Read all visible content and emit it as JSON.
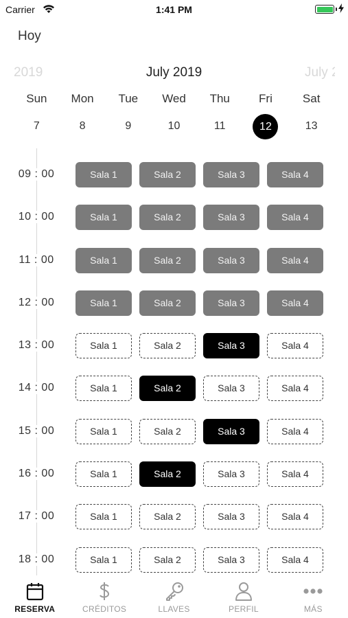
{
  "status_bar": {
    "carrier": "Carrier",
    "time": "1:41 PM",
    "battery_level": 1.0
  },
  "header": {
    "today_label": "Hoy"
  },
  "calendar": {
    "prev_label": "2019",
    "month_label": "July 2019",
    "next_label": "July 2",
    "weekdays": [
      "Sun",
      "Mon",
      "Tue",
      "Wed",
      "Thu",
      "Fri",
      "Sat"
    ],
    "days": [
      "7",
      "8",
      "9",
      "10",
      "11",
      "12",
      "13"
    ],
    "selected_day": "12"
  },
  "rooms": [
    "Sala 1",
    "Sala 2",
    "Sala 3",
    "Sala 4"
  ],
  "slots": [
    {
      "time": "09 : 00",
      "states": [
        "unavailable",
        "unavailable",
        "unavailable",
        "unavailable"
      ]
    },
    {
      "time": "10 : 00",
      "states": [
        "unavailable",
        "unavailable",
        "unavailable",
        "unavailable"
      ]
    },
    {
      "time": "11 : 00",
      "states": [
        "unavailable",
        "unavailable",
        "unavailable",
        "unavailable"
      ]
    },
    {
      "time": "12 : 00",
      "states": [
        "unavailable",
        "unavailable",
        "unavailable",
        "unavailable"
      ]
    },
    {
      "time": "13 : 00",
      "states": [
        "available",
        "available",
        "booked",
        "available"
      ]
    },
    {
      "time": "14 : 00",
      "states": [
        "available",
        "booked",
        "available",
        "available"
      ]
    },
    {
      "time": "15 : 00",
      "states": [
        "available",
        "available",
        "booked",
        "available"
      ]
    },
    {
      "time": "16 : 00",
      "states": [
        "available",
        "booked",
        "available",
        "available"
      ]
    },
    {
      "time": "17 : 00",
      "states": [
        "available",
        "available",
        "available",
        "available"
      ]
    },
    {
      "time": "18 : 00",
      "states": [
        "available",
        "available",
        "available",
        "available"
      ]
    }
  ],
  "tabs": [
    {
      "label": "RESERVA",
      "icon": "calendar-icon",
      "active": true
    },
    {
      "label": "CRÉDITOS",
      "icon": "dollar-icon",
      "active": false
    },
    {
      "label": "LLAVES",
      "icon": "key-icon",
      "active": false
    },
    {
      "label": "PERFIL",
      "icon": "person-icon",
      "active": false
    },
    {
      "label": "MÁS",
      "icon": "more-icon",
      "active": false
    }
  ],
  "colors": {
    "unavailable": "#7b7b7b",
    "booked": "#000000",
    "available_border": "#444444",
    "tab_active": "#111111",
    "tab_inactive": "#9a9a9a",
    "battery": "#35c759"
  }
}
